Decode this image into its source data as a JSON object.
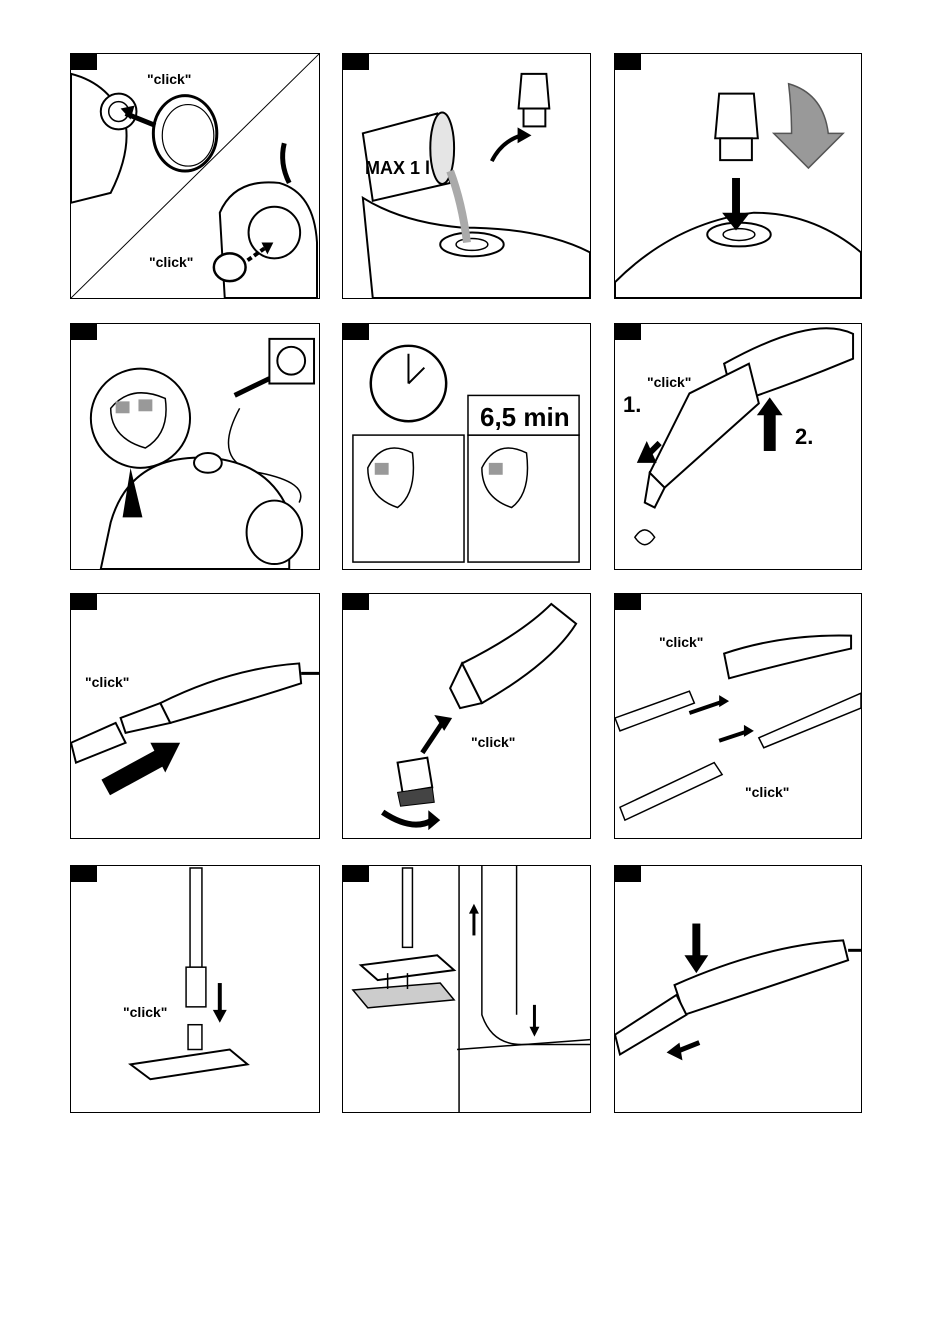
{
  "labels": {
    "click": "\"click\"",
    "max": "MAX 1 l",
    "time": "6,5 min",
    "step1": "1.",
    "step2": "2."
  }
}
